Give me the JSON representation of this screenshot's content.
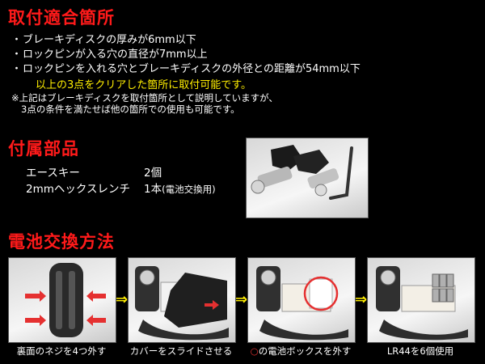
{
  "headings": {
    "fit": "取付適合箇所",
    "accessories": "付属部品",
    "battery": "電池交換方法"
  },
  "fit_conditions": [
    "ブレーキディスクの厚みが6mm以下",
    "ロックピンが入る穴の直径が7mm以上",
    "ロックピンを入れる穴とブレーキディスクの外径との距離が54mm以下"
  ],
  "bullet_mark": "・",
  "fit_summary": "以上の3点をクリアした箇所に取付可能です。",
  "notes": [
    "※上記はブレーキディスクを取付箇所として説明していますが、",
    "3点の条件を満たせば他の箇所での使用も可能です。"
  ],
  "accessories": [
    {
      "name": "エースキー",
      "qty": "2個",
      "note": ""
    },
    {
      "name": "2mmヘックスレンチ",
      "qty": "1本",
      "note": "(電池交換用)"
    }
  ],
  "steps": [
    {
      "caption": "裏面のネジを4つ外す"
    },
    {
      "caption": "カバーをスライドさせる"
    },
    {
      "caption": "の電池ボックスを外す",
      "marker": "○"
    },
    {
      "caption": "LR44を6個使用"
    }
  ],
  "arrow_glyph": "⇒",
  "colors": {
    "heading": "#ff1a1a",
    "highlight": "#ffee00",
    "background": "#000000",
    "pointer_arrow": "#e53030"
  },
  "icons": [
    "screw-arrow-icon",
    "slide-arrow-icon",
    "highlight-circle-icon",
    "step-arrow-icon"
  ]
}
